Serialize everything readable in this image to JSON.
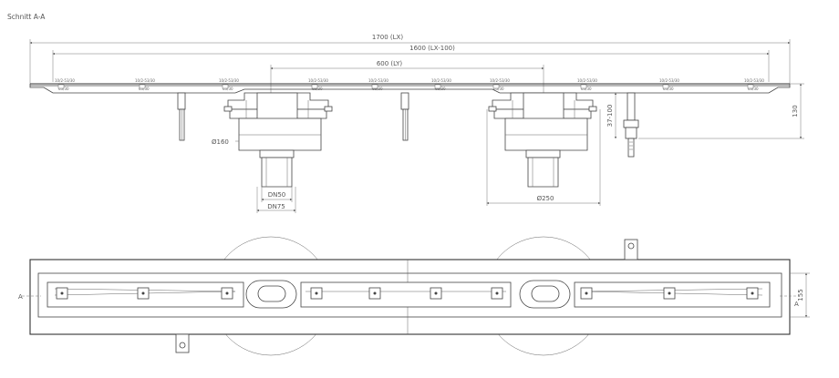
{
  "section": {
    "title": "Schnitt A-A"
  },
  "dimensions": {
    "overall_length": "1700 (LX)",
    "inner_length": "1600 (LX-100)",
    "drain_spacing": "600 (LY)",
    "height_total": "130",
    "height_range": "37-100",
    "diameter_small": "Ø160",
    "diameter_large": "Ø250",
    "pipe_dn50": "DN50",
    "pipe_dn75": "DN75",
    "plan_width": "155"
  },
  "section_markers": {
    "left": "A",
    "right": "A"
  },
  "leveling_feet": {
    "labels": [
      "10/2-53/30",
      "10/2-53/30",
      "10/2-53/30",
      "10/2-53/30",
      "10/2-53/30",
      "10/2-53/30",
      "10/2-53/30",
      "10/2-53/30",
      "10/2-53/30",
      "10/2-53/30"
    ],
    "sublabels": [
      "63/30",
      "63/30",
      "63/30",
      "63/30",
      "63/30",
      "63/30",
      "63/30",
      "63/30",
      "63/30",
      "63/30"
    ]
  }
}
